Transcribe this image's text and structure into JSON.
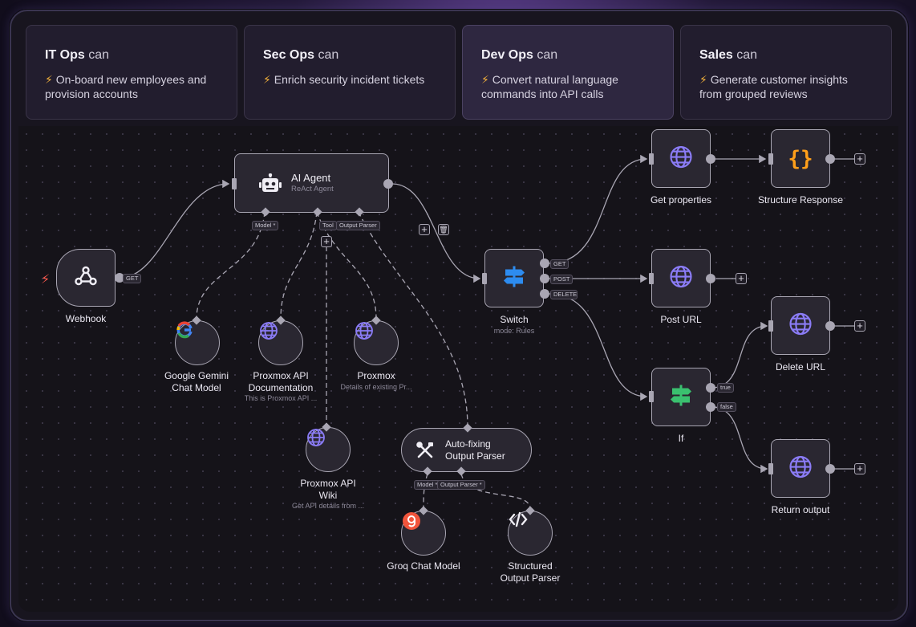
{
  "cards": [
    {
      "team": "IT Ops",
      "can": "can",
      "bolt": "⚡",
      "desc": "On-board new employees and provision accounts"
    },
    {
      "team": "Sec Ops",
      "can": "can",
      "bolt": "⚡",
      "desc": "Enrich security incident tickets"
    },
    {
      "team": "Dev Ops",
      "can": "can",
      "bolt": "⚡",
      "desc": "Convert natural language commands into API calls"
    },
    {
      "team": "Sales",
      "can": "can",
      "bolt": "⚡",
      "desc": "Generate customer insights from grouped reviews"
    }
  ],
  "selected_card": "Dev Ops",
  "workflow": {
    "webhook": {
      "label": "Webhook",
      "out": "GET",
      "icon": "webhook-icon"
    },
    "agent": {
      "title": "AI Agent",
      "subtitle": "ReAct Agent",
      "model_tag": "Model *",
      "tool_tag": "Tool",
      "parser_tag": "Output Parser",
      "icon": "robot-icon"
    },
    "gemini": {
      "label1": "Google Gemini",
      "label2": "Chat Model",
      "icon": "google-icon"
    },
    "pve_doc": {
      "label1": "Proxmox API",
      "label2": "Documentation",
      "sub": "This is Proxmox API ...",
      "icon": "globe-icon"
    },
    "pve": {
      "label": "Proxmox",
      "sub": "Details of existing Pr...",
      "icon": "globe-icon"
    },
    "pve_wiki": {
      "label1": "Proxmox API",
      "label2": "Wiki",
      "sub": "Get API details from ...",
      "icon": "globe-icon"
    },
    "autofix": {
      "title1": "Auto-fixing",
      "title2": "Output Parser",
      "model_tag": "Model *",
      "parser_tag": "Output Parser *",
      "icon": "tools-icon"
    },
    "groq": {
      "label": "Groq Chat Model",
      "icon": "groq-icon"
    },
    "structured": {
      "label1": "Structured",
      "label2": "Output Parser",
      "icon": "code-icon"
    },
    "switch": {
      "label": "Switch",
      "sub": "mode: Rules",
      "out_get": "GET",
      "out_post": "POST",
      "out_delete": "DELETE",
      "icon": "signpost-icon"
    },
    "get_props": {
      "label": "Get properties",
      "icon": "globe-icon"
    },
    "struct_resp": {
      "label": "Structure Response",
      "icon": "braces-icon"
    },
    "post_url": {
      "label": "Post URL",
      "icon": "globe-icon"
    },
    "delete_url": {
      "label": "Delete URL",
      "icon": "globe-icon"
    },
    "if": {
      "label": "If",
      "out_true": "true",
      "out_false": "false",
      "icon": "signpost-icon"
    },
    "return_output": {
      "label": "Return output",
      "icon": "globe-icon"
    }
  },
  "colors": {
    "accent": "#7b68ee",
    "bolt": "#f5b33b",
    "trigger": "#ff5a4e",
    "switch": "#2d8cf0",
    "if": "#3ac06f",
    "braces": "#ff9f1a",
    "groq": "#f1553c"
  }
}
